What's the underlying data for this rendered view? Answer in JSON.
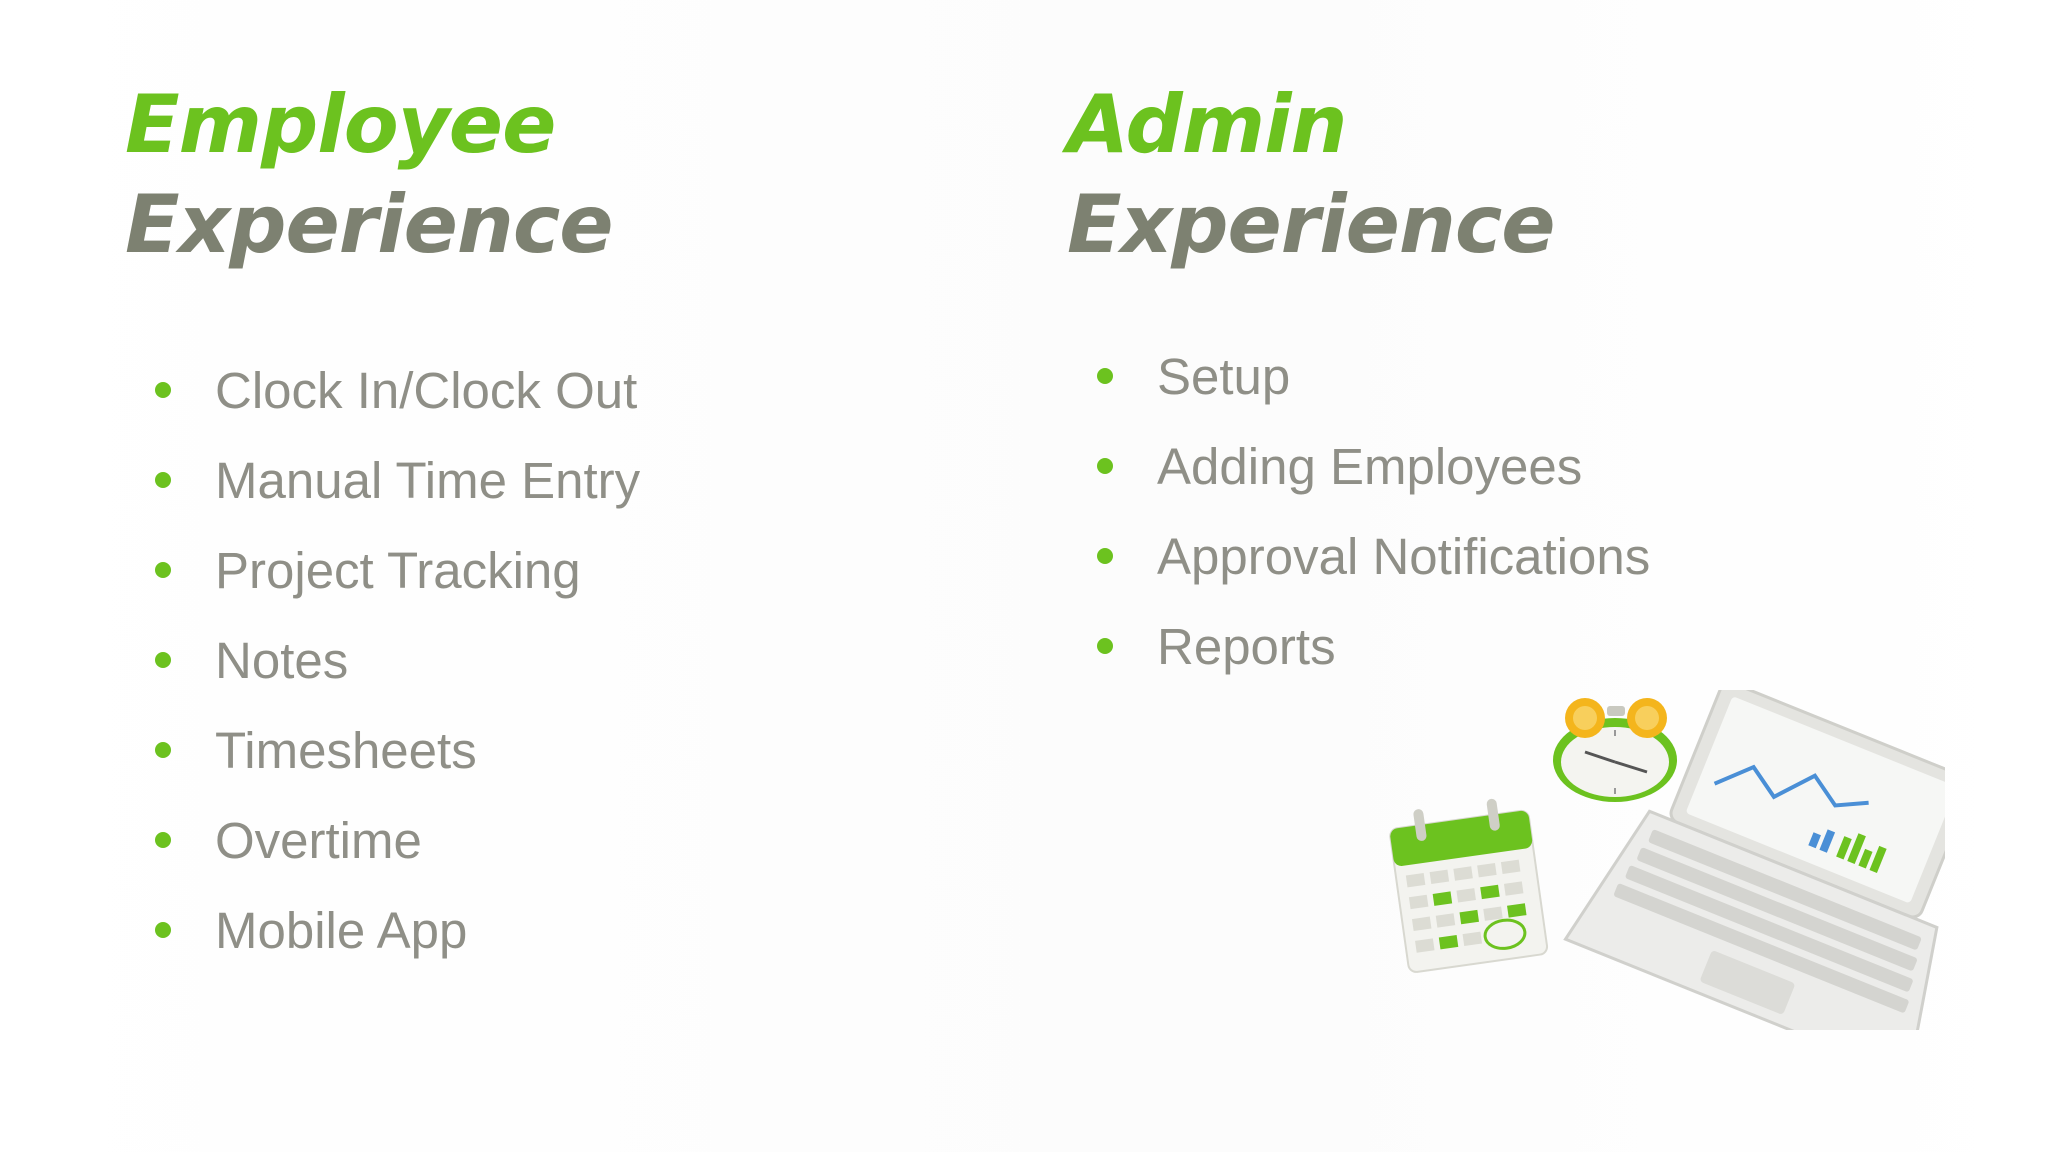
{
  "colors": {
    "accent_green": "#6cc21f",
    "heading_gray": "#7d8171",
    "text_gray": "#8f8f87",
    "background": "#ffffff"
  },
  "employee": {
    "title_line1": "Employee",
    "title_line2": "Experience",
    "items": [
      {
        "label": "Clock In/Clock Out"
      },
      {
        "label": "Manual Time Entry"
      },
      {
        "label": "Project Tracking"
      },
      {
        "label": "Notes"
      },
      {
        "label": "Timesheets"
      },
      {
        "label": "Overtime"
      },
      {
        "label": "Mobile App"
      }
    ]
  },
  "admin": {
    "title_line1": "Admin",
    "title_line2": "Experience",
    "items": [
      {
        "label": "Setup"
      },
      {
        "label": "Adding Employees"
      },
      {
        "label": "Approval Notifications"
      },
      {
        "label": "Reports"
      }
    ]
  },
  "illustration": {
    "icons": [
      "alarm-clock-icon",
      "calendar-icon",
      "laptop-icon"
    ]
  }
}
